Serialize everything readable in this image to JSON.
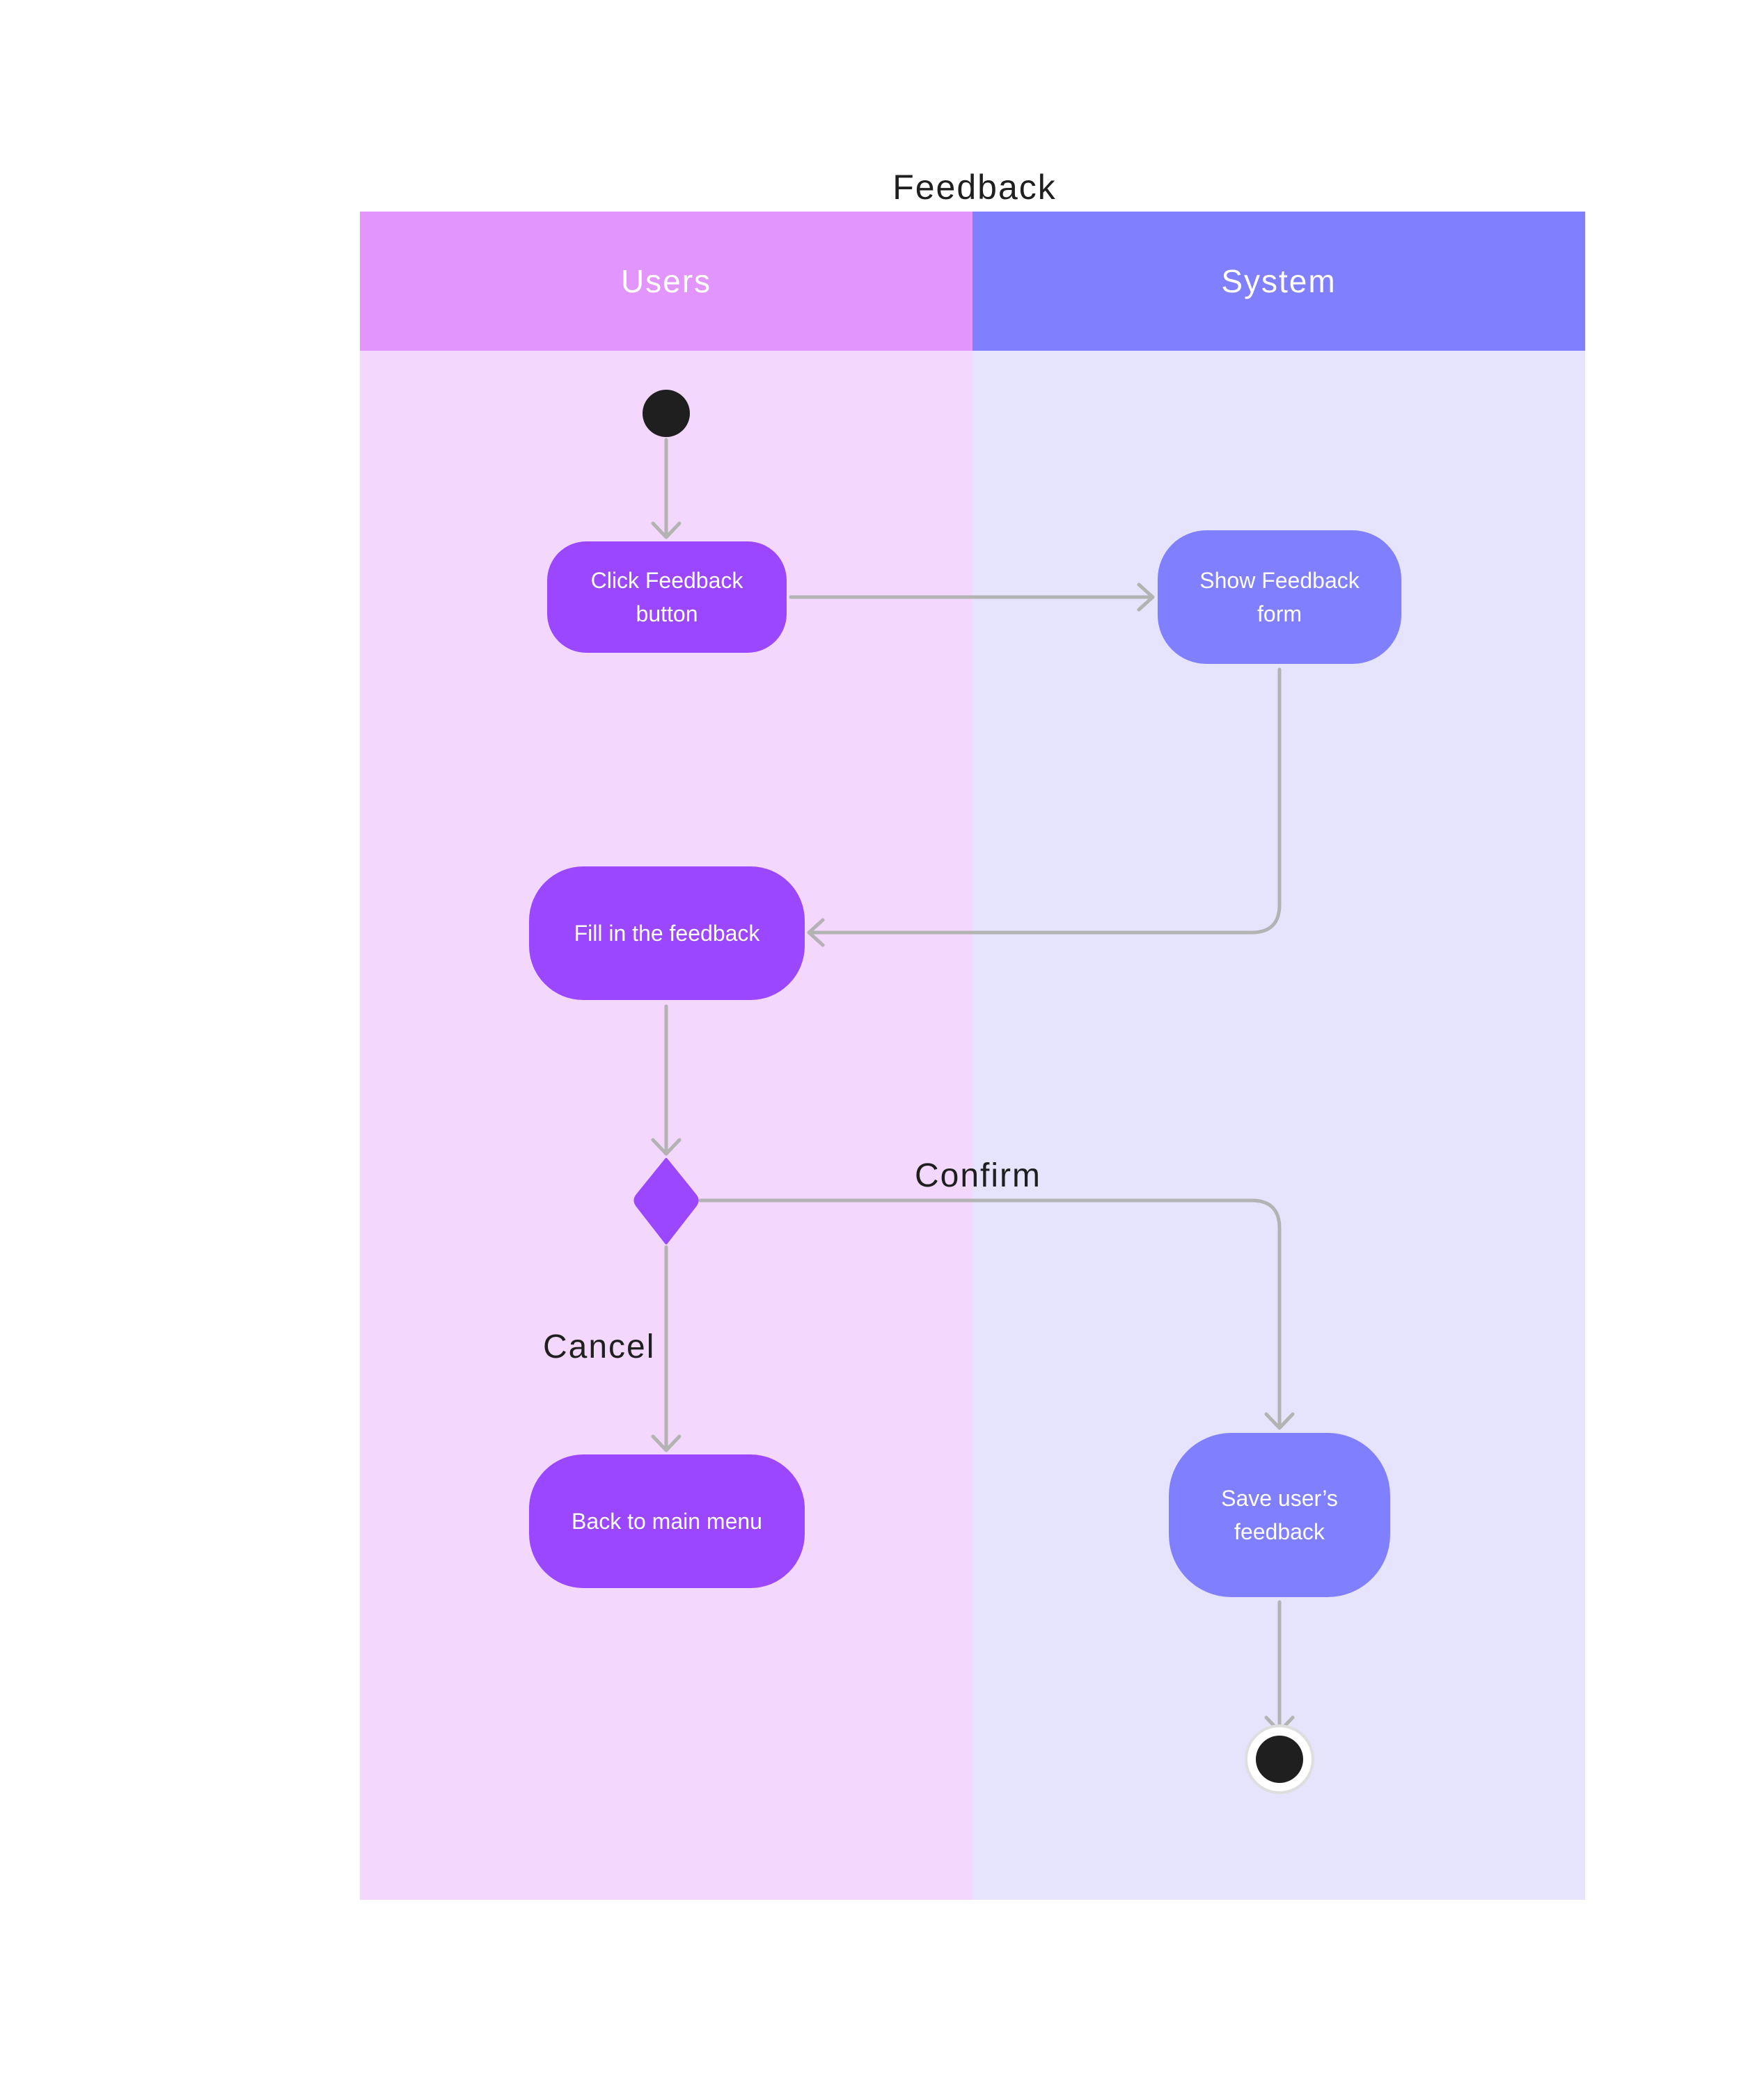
{
  "diagram": {
    "title": "Feedback"
  },
  "lanes": [
    {
      "label": "Users"
    },
    {
      "label": "System"
    }
  ],
  "nodes": {
    "click_feedback": "Click Feedback\nbutton",
    "show_form": "Show Feedback\nform",
    "fill_feedback": "Fill in the feedback",
    "back_to_menu": "Back to main menu",
    "save_feedback": "Save user’s\nfeedback"
  },
  "edge_labels": {
    "confirm": "Confirm",
    "cancel": "Cancel"
  },
  "colors": {
    "users_lane": "#f3d7fc",
    "users_header": "#e296fd",
    "system_lane": "#e6e4fd",
    "system_header": "#8080fe",
    "user_action": "#9a47ff",
    "system_action": "#8080fe",
    "connector": "#b3b3b3",
    "terminal": "#1f1f1f"
  }
}
